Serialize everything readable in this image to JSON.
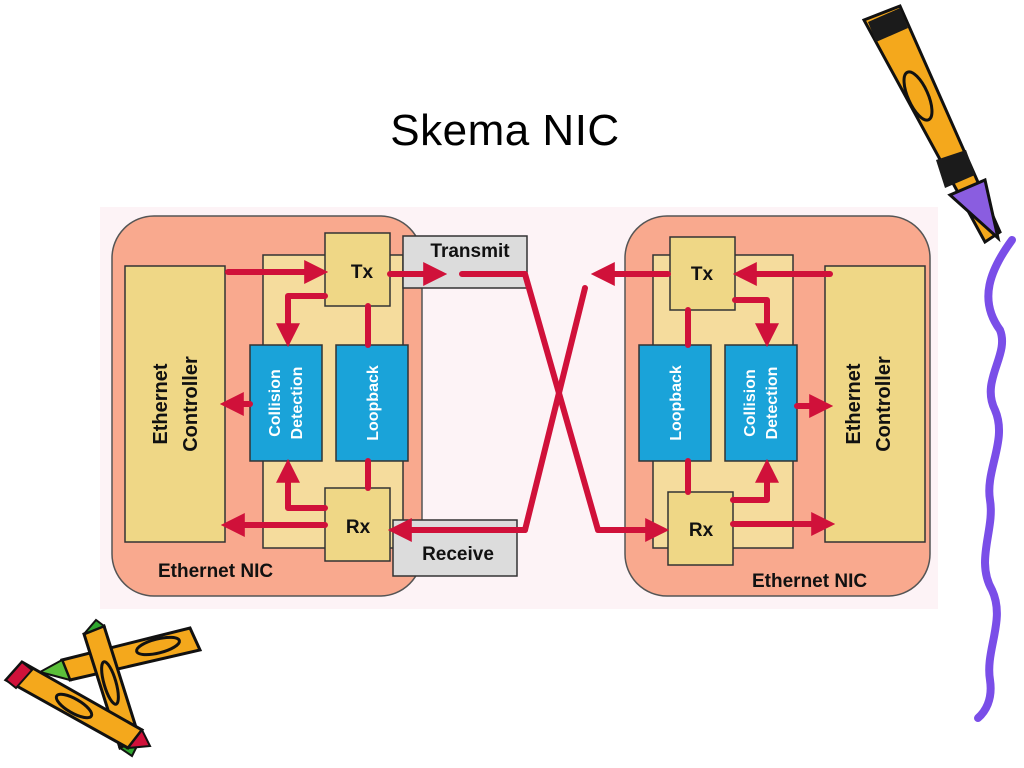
{
  "slide": {
    "title": "Skema NIC"
  },
  "diagram": {
    "left_nic": {
      "label": "Ethernet NIC",
      "controller_line1": "Ethernet",
      "controller_line2": "Controller",
      "tx": "Tx",
      "rx": "Rx",
      "collision_line1": "Collision",
      "collision_line2": "Detection",
      "loopback": "Loopback"
    },
    "right_nic": {
      "label": "Ethernet NIC",
      "controller_line1": "Ethernet",
      "controller_line2": "Controller",
      "tx": "Tx",
      "rx": "Rx",
      "collision_line1": "Collision",
      "collision_line2": "Detection",
      "loopback": "Loopback"
    },
    "transmit_label": "Transmit",
    "receive_label": "Receive"
  },
  "colors": {
    "nic_bg": "#f9a98e",
    "panel": "#f5dc9d",
    "block": "#efd786",
    "detector": "#1aa3d9",
    "wire": "#d0113a",
    "label_box": "#dcdcdc"
  },
  "decorations": [
    "crayon-top-right",
    "crayons-bottom-left",
    "purple-squiggle-right"
  ]
}
